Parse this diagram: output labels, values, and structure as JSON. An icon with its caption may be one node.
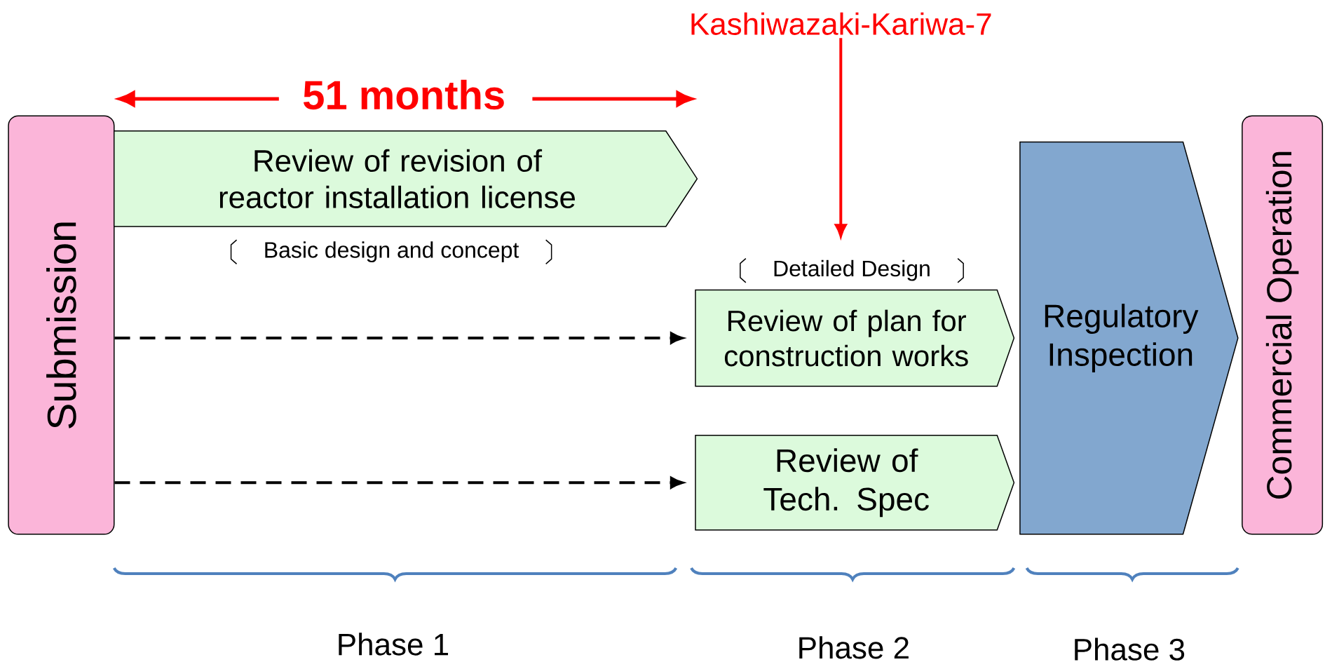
{
  "diagram": {
    "nodes": [
      {
        "text": [
          "Submission"
        ]
      },
      {
        "text": [
          "Review of revision of reactor installation license"
        ],
        "beside": [
          "Basic design and concept"
        ]
      },
      {
        "text": [
          "Kashiwazaki-Kariwa-7"
        ]
      },
      {
        "text": [
          "Review of plan for construction works"
        ],
        "beside": [
          "Detailed Design"
        ]
      },
      {
        "text": [
          "Review of Tech. Spec"
        ]
      },
      {
        "text": [
          "Regulatory Inspection"
        ]
      },
      {
        "text": [
          "Commercial Operation"
        ]
      }
    ],
    "edges": [
      {
        "from": 0,
        "to": 3,
        "arrow": "to",
        "style": "dashed"
      },
      {
        "from": 0,
        "to": 4,
        "arrow": "to",
        "style": "dashed"
      },
      {
        "from": 2,
        "to": 3,
        "arrow": "to",
        "color": "#ff0000"
      }
    ],
    "labels": [
      "51 months",
      "Phase 1",
      "Phase 2",
      "Phase 3"
    ]
  }
}
